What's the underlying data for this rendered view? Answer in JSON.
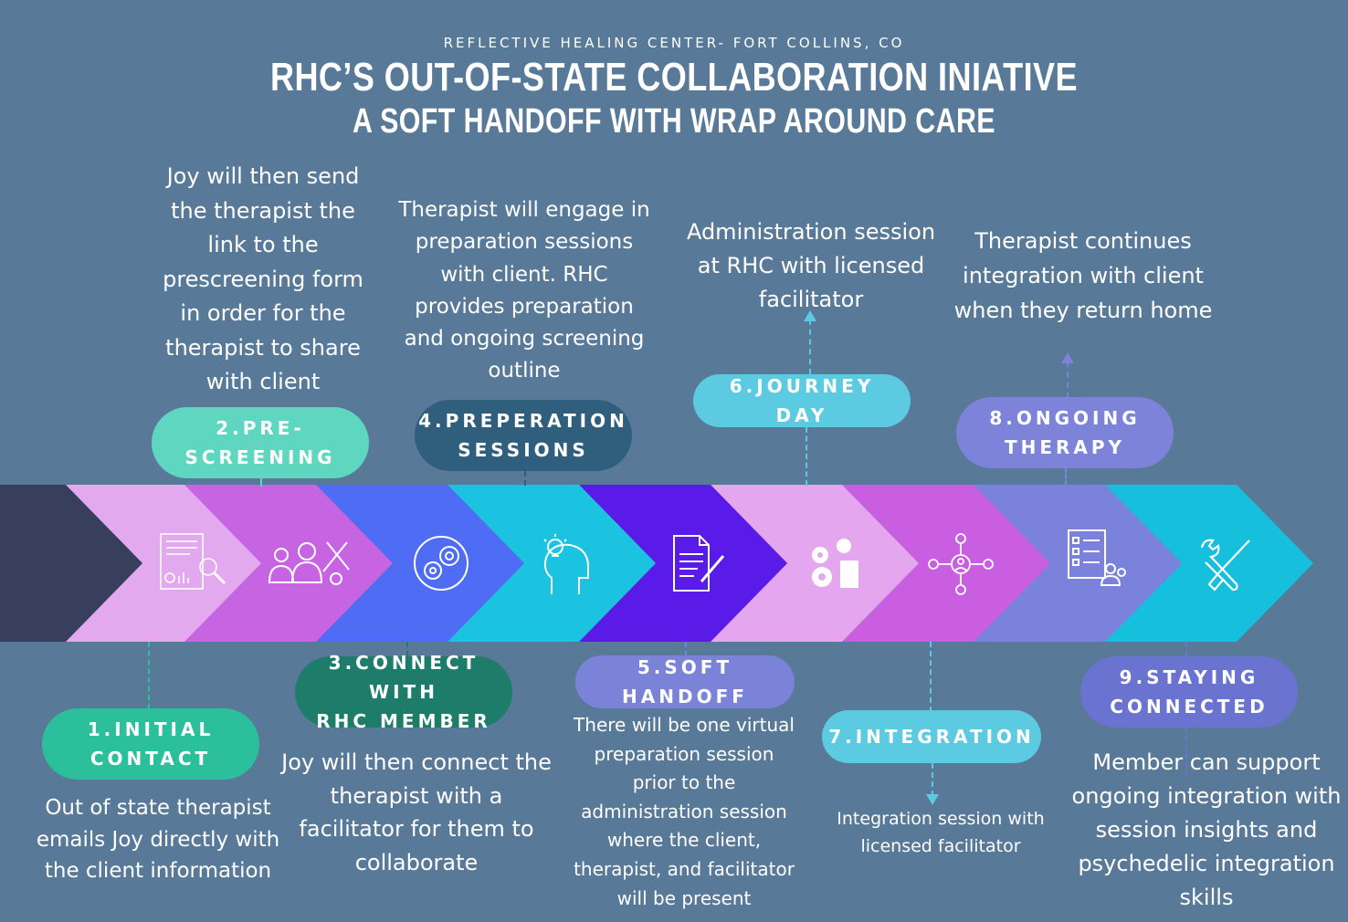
{
  "header": {
    "kicker": "REFLECTIVE HEALING CENTER- FORT COLLINS, CO",
    "title": "RHC’S OUT-OF-STATE COLLABORATION INIATIVE",
    "subtitle": "A SOFT HANDOFF WITH WRAP AROUND CARE"
  },
  "colors": {
    "background": "#587997",
    "dark_band": "#383f5c",
    "step1": "#2bbf9c",
    "step2": "#5fd6c0",
    "step3": "#1e7d6a",
    "step4": "#305f7d",
    "step5": "#7a83d8",
    "step6": "#5ccae0",
    "step7": "#5ccae0",
    "step8": "#7c83d8",
    "step9": "#6a73cf"
  },
  "steps": [
    {
      "label": "1.INITIAL CONTACT",
      "label_lines": [
        "1.INITIAL",
        "CONTACT"
      ],
      "description": [
        "Out of state therapist",
        "emails Joy directly with",
        "the client information"
      ]
    },
    {
      "label": "2.PRE-SCREENING",
      "label_lines": [
        "2.PRE-",
        "SCREENING"
      ],
      "description": [
        "Joy will then send",
        "the therapist the",
        "link to the",
        "prescreening form",
        "in order for the",
        "therapist to share",
        "with client"
      ]
    },
    {
      "label": "3.CONNECT WITH RHC MEMBER",
      "label_lines": [
        "3.CONNECT WITH",
        "RHC MEMBER"
      ],
      "description": [
        "Joy will then connect the",
        "therapist with a",
        "facilitator for them to",
        "collaborate"
      ]
    },
    {
      "label": "4.PREPERATION SESSIONS",
      "label_lines": [
        "4.PREPERATION",
        "SESSIONS"
      ],
      "description": [
        "Therapist will engage in",
        "preparation sessions",
        "with client. RHC",
        "provides preparation",
        "and ongoing screening",
        "outline"
      ]
    },
    {
      "label": "5.SOFT HANDOFF",
      "label_lines": [
        "5.SOFT HANDOFF"
      ],
      "description": [
        "There will be one virtual",
        "preparation session",
        "prior to the",
        "administration session",
        "where the client,",
        "therapist, and facilitator",
        "will be present"
      ]
    },
    {
      "label": "6.JOURNEY DAY",
      "label_lines": [
        "6.JOURNEY DAY"
      ],
      "description": [
        "Administration session",
        "at RHC with licensed",
        "facilitator"
      ]
    },
    {
      "label": "7.INTEGRATION",
      "label_lines": [
        "7.INTEGRATION"
      ],
      "description": [
        "Integration session with",
        "licensed facilitator"
      ]
    },
    {
      "label": "8.ONGOING THERAPY",
      "label_lines": [
        "8.ONGOING",
        "THERAPY"
      ],
      "description": [
        "Therapist continues",
        "integration with client",
        "when they return home"
      ]
    },
    {
      "label": "9.STAYING CONNECTED",
      "label_lines": [
        "9.STAYING",
        "CONNECTED"
      ],
      "description": [
        "Member can support",
        "ongoing integration with",
        "session insights and",
        "psychedelic integration",
        "skills"
      ]
    }
  ],
  "icons": [
    "report-search-icon",
    "team-tools-icon",
    "gear-cycle-icon",
    "idea-head-icon",
    "document-pen-icon",
    "gear-bulb-icon",
    "network-person-icon",
    "checklist-team-icon",
    "wrench-screwdriver-icon"
  ]
}
